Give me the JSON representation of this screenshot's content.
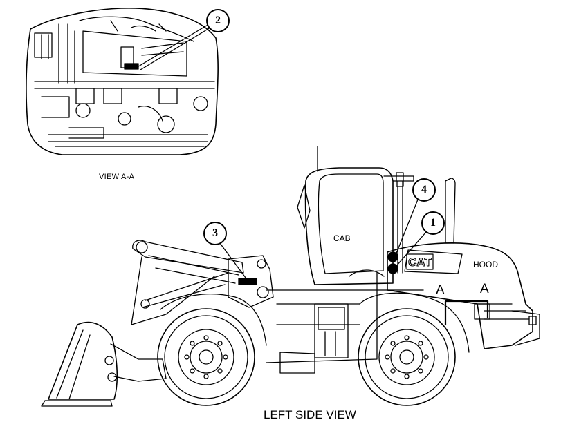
{
  "labels": {
    "view_aa": "VIEW A-A",
    "left_side_view": "LEFT SIDE VIEW",
    "cab": "CAB",
    "hood": "HOOD",
    "brand": "CAT",
    "section_a_left": "A",
    "section_a_right": "A"
  },
  "callouts": [
    "1",
    "2",
    "3",
    "4"
  ]
}
